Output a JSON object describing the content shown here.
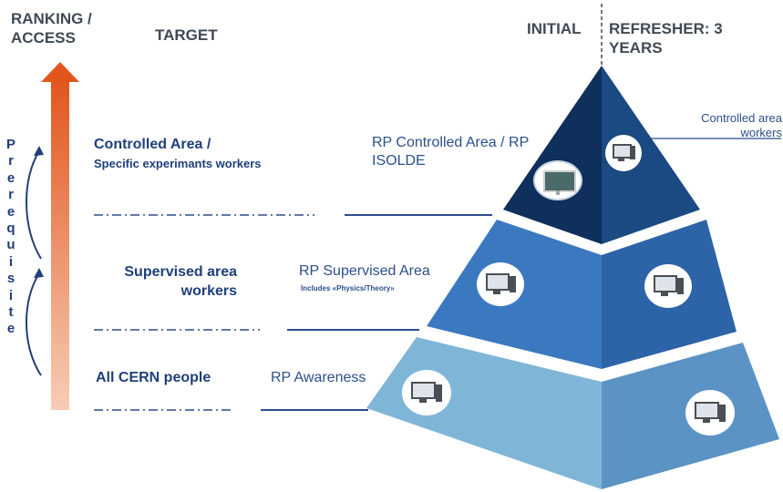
{
  "headers": {
    "ranking": "RANKING / ACCESS",
    "target": "TARGET",
    "initial": "INITIAL",
    "refresher": "REFRESHER: 3 YEARS"
  },
  "prerequisite": [
    "P",
    "r",
    "e",
    "r",
    "e",
    "q",
    "u",
    "i",
    "s",
    "i",
    "t",
    "e"
  ],
  "levels": [
    {
      "target": "Controlled Area /",
      "target_sub": "Specific experimants workers",
      "course": "RP Controlled Area / RP ISOLDE",
      "refresher_note": "Controlled area workers",
      "color": "#0f2f5c"
    },
    {
      "target": "Supervised area workers",
      "course": "RP Supervised Area",
      "course_note": "Includes «Physics/Theory»",
      "color": "#3a79bf"
    },
    {
      "target": "All CERN people",
      "course": "RP Awareness",
      "color": "#7fb6d8"
    }
  ],
  "colors": {
    "arrow_top": "#e2561e",
    "arrow_bottom": "#f6c9ae",
    "text_dark": "#1f3f7a",
    "line": "#2b4f8c"
  }
}
